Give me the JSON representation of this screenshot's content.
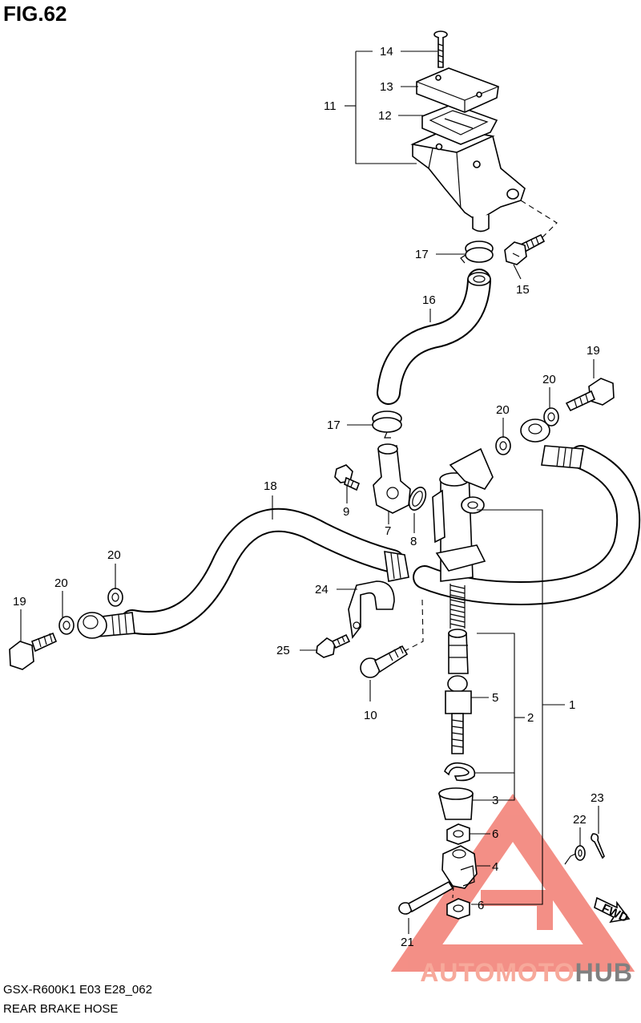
{
  "figure": {
    "title": "FIG.62"
  },
  "footer": {
    "model_code": "GSX-R600K1 E03 E28_062",
    "caption": "REAR BRAKE  HOSE"
  },
  "callouts": [
    "1",
    "2",
    "3",
    "4",
    "5",
    "6",
    "6",
    "7",
    "8",
    "9",
    "10",
    "11",
    "12",
    "13",
    "14",
    "15",
    "16",
    "17",
    "17",
    "18",
    "19",
    "19",
    "20",
    "20",
    "20",
    "20",
    "21",
    "22",
    "23",
    "24",
    "25"
  ],
  "direction_tag": "FWD",
  "watermark": {
    "part1": "AUTOMOTO",
    "part2": "HUB",
    "color1": "#f7a99b",
    "color2": "#808080",
    "logo_color": "#f06a5e"
  }
}
